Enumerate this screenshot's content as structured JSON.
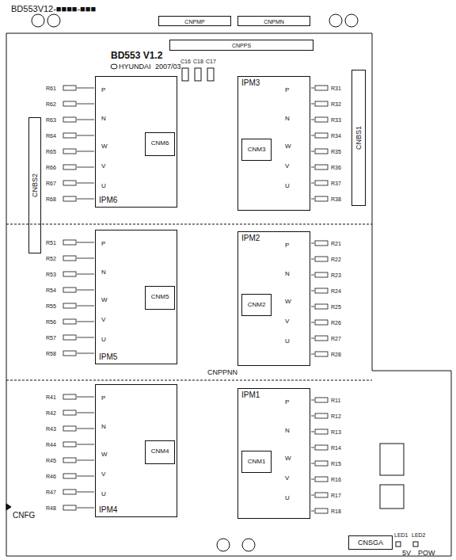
{
  "diagram": {
    "nodes": [
      {
        "text": [
          "CNBS2"
        ]
      },
      {
        "text": [
          "IPM6"
        ]
      },
      {
        "text": [
          "CNM6"
        ],
        "in": 1
      },
      {
        "text": [
          "IPM3"
        ]
      },
      {
        "text": [
          "CNM3"
        ],
        "in": 3
      },
      {
        "text": [
          "CNBS1"
        ]
      },
      {
        "text": [
          "IPM5"
        ]
      },
      {
        "text": [
          "CNM5"
        ],
        "in": 6
      },
      {
        "text": [
          "IPM2"
        ]
      },
      {
        "text": [
          "CNM2"
        ],
        "in": 8
      },
      {
        "text": [
          "IPM4"
        ]
      },
      {
        "text": [
          "CNM4"
        ],
        "in": 10
      },
      {
        "text": [
          "IPM1"
        ]
      },
      {
        "text": [
          "CNM1"
        ],
        "in": 12
      },
      {
        "text": [
          "CNSGA"
        ]
      },
      {
        "text": [
          "CNPMP"
        ]
      },
      {
        "text": [
          "CNPMN"
        ]
      },
      {
        "text": [
          "CNPPS"
        ]
      }
    ],
    "labels": [
      "BD553V12-■■■■-■■■",
      "BD553 V1.2",
      "HYUNDAI",
      "2007/03",
      "CNPPNN",
      "CNFG",
      "5V",
      "POW",
      "C16",
      "C18",
      "C17",
      "LED1",
      "LED2",
      "P",
      "N",
      "W",
      "V",
      "U",
      "P",
      "N",
      "W",
      "V",
      "U",
      "P",
      "N",
      "W",
      "V",
      "U",
      "P",
      "N",
      "W",
      "V",
      "U",
      "P",
      "N",
      "W",
      "V",
      "U",
      "P",
      "N",
      "W",
      "V",
      "U",
      "R61",
      "R62",
      "R63",
      "R64",
      "R65",
      "R66",
      "R67",
      "R68",
      "R51",
      "R52",
      "R53",
      "R54",
      "R55",
      "R56",
      "R57",
      "R58",
      "R41",
      "R42",
      "R43",
      "R44",
      "R45",
      "R46",
      "R47",
      "R48",
      "R31",
      "R32",
      "R33",
      "R34",
      "R35",
      "R36",
      "R37",
      "R38",
      "R21",
      "R22",
      "R23",
      "R24",
      "R25",
      "R26",
      "R27",
      "R28",
      "R11",
      "R12",
      "R13",
      "R14",
      "R15",
      "R16",
      "R17",
      "R18"
    ]
  }
}
